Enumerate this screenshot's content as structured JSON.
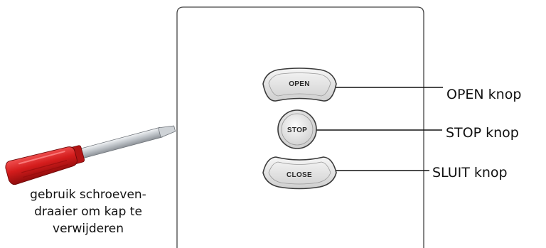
{
  "buttons": {
    "open_label": "OPEN",
    "stop_label": "STOP",
    "close_label": "CLOSE"
  },
  "callouts": {
    "open": "OPEN knop",
    "stop": "STOP knop",
    "close": "SLUIT knop"
  },
  "caption": {
    "line1": "gebruik schroeven-",
    "line2": "draaier om kap te",
    "line3": "verwijderen"
  },
  "colors": {
    "panel_border": "#444444",
    "button_fill": "#e4e4e4",
    "button_border": "#3a3a3a",
    "screwdriver_handle": "#d42020",
    "screwdriver_shaft": "#c8ccd0"
  },
  "icons": {
    "tool": "screwdriver-icon"
  }
}
